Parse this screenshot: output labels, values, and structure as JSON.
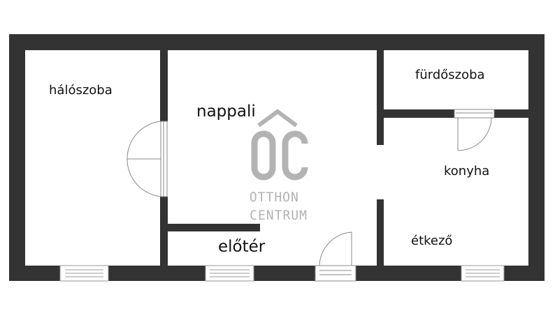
{
  "rooms": {
    "bedroom": "hálószoba",
    "living": "nappali",
    "bathroom": "fürdőszoba",
    "kitchen": "konyha",
    "hall": "előtér",
    "dining": "étkező"
  },
  "logo": {
    "mark": "ÔC",
    "line1": "OTTHON",
    "line2": "CENTRUM"
  },
  "colors": {
    "wall": "#333333",
    "logo": "#b3b3b3"
  }
}
